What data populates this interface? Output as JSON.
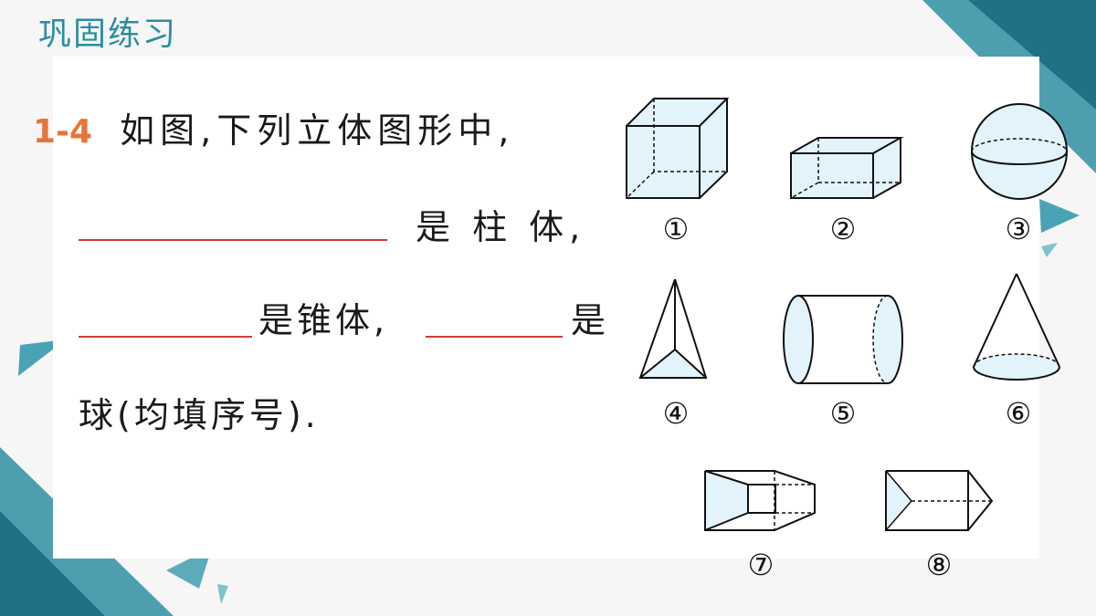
{
  "section_title": "巩固练习",
  "question": {
    "number": "1-4",
    "line1": "如图,下列立体图形中,",
    "line2_suffix": "是 柱 体,",
    "line3_mid": "是锥体,",
    "line3_suffix": "是",
    "line4": "球(均填序号)."
  },
  "figure_labels": [
    "①",
    "②",
    "③",
    "④",
    "⑤",
    "⑥",
    "⑦",
    "⑧"
  ],
  "colors": {
    "accent": "#2a8ea0",
    "question_number": "#e8733a",
    "answer_line": "#d23a3a",
    "shape_fill": "#e3f3fb"
  }
}
